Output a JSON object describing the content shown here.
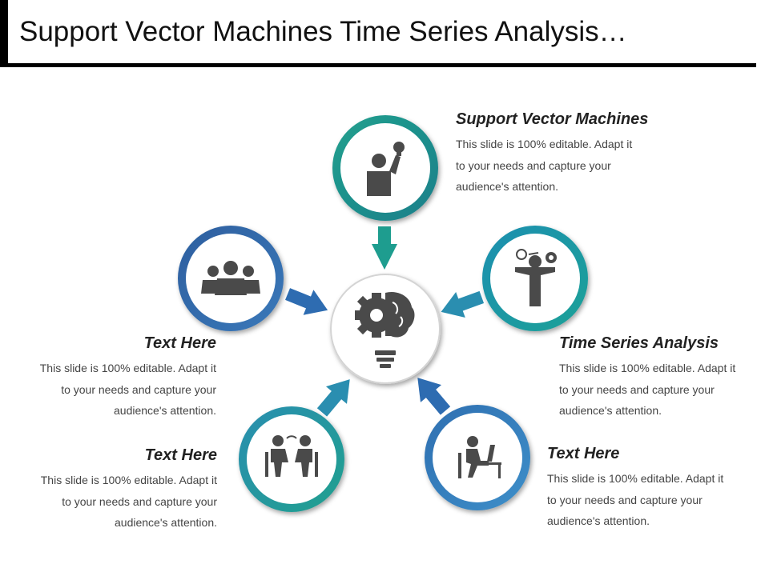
{
  "header": {
    "title": "Support Vector Machines Time Series Analysis…"
  },
  "colors": {
    "teal": "#1e9d8f",
    "blue": "#2e74b5",
    "icon": "#4a4a4a"
  },
  "nodes": [
    {
      "title": "Support Vector Machines",
      "desc": [
        "This slide is 100% editable. Adapt it",
        "to your needs and capture your",
        "audience's attention."
      ],
      "icon": "person-idea-icon"
    },
    {
      "title": "Time Series Analysis",
      "desc": [
        "This slide is 100% editable. Adapt it",
        "to your needs and capture your",
        "audience's attention."
      ],
      "icon": "person-ideas-gear-icon"
    },
    {
      "title": "Text Here",
      "desc": [
        "This slide is 100% editable. Adapt it",
        "to your needs and capture your",
        "audience's attention."
      ],
      "icon": "person-laptop-icon"
    },
    {
      "title": "Text Here",
      "desc": [
        "This slide is 100% editable. Adapt it",
        "to your needs and capture your",
        "audience's attention."
      ],
      "icon": "meeting-icon"
    },
    {
      "title": "Text Here",
      "desc": [
        "This slide is 100% editable. Adapt it",
        "to your needs and capture your",
        "audience's attention."
      ],
      "icon": "team-icon"
    }
  ],
  "center": {
    "icon": "brain-gear-bulb-icon"
  }
}
